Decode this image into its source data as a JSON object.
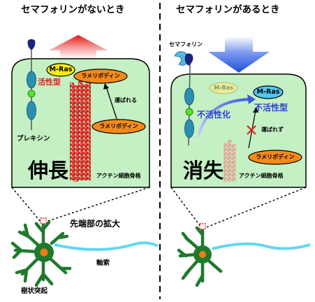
{
  "left_panel": {
    "title": "セマフォリンがないとき",
    "mras": "M-Ras",
    "active": "活性型",
    "lamelli_top": "ラメリポディン",
    "transported": "運ばれる",
    "lamelli_bottom": "ラメリポディン",
    "plexin": "プレキシン",
    "result": "伸長",
    "actin": "アクチン細胞骨格"
  },
  "right_panel": {
    "title": "セマフォリンがあるとき",
    "semaphorin": "セマフォリン",
    "mras_faded": "M-Ras",
    "mras": "M-Ras",
    "inactivation": "不活性化",
    "inactive": "不活性型",
    "not_transported": "運ばれず",
    "lamelli": "ラメリポディン",
    "result": "消失",
    "actin": "アクチン細胞骨格"
  },
  "neuron": {
    "tip_zoom": "先端部の拡大",
    "axon": "軸索",
    "dendrite": "樹状突起"
  },
  "colors": {
    "panel_fill": "#c4f0c4",
    "neuron": "#1e7a2c",
    "soma": "#f07c16",
    "axon": "#5fd8f0",
    "mras_pill": "#ffee00",
    "lamelli_pill": "#f58a1a",
    "actin": "#cc1010",
    "actin_faded": "#d8a890",
    "accent_red": "#e02020",
    "accent_blue": "#2c3fd8"
  }
}
